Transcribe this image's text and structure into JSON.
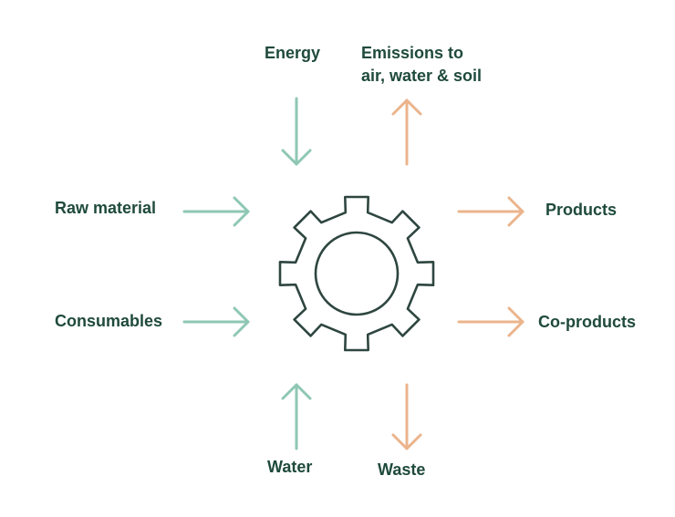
{
  "colors": {
    "text": "#1f4a3c",
    "input_arrow": "#8ec7b3",
    "output_arrow": "#ebb48c",
    "gear": "#2e4640"
  },
  "icons": {
    "center": "gear-icon"
  },
  "inputs": {
    "energy": "Energy",
    "raw_material": "Raw material",
    "consumables": "Consumables",
    "water": "Water"
  },
  "outputs": {
    "emissions_line1": "Emissions to",
    "emissions_line2": "air, water & soil",
    "products": "Products",
    "co_products": "Co-products",
    "waste": "Waste"
  }
}
